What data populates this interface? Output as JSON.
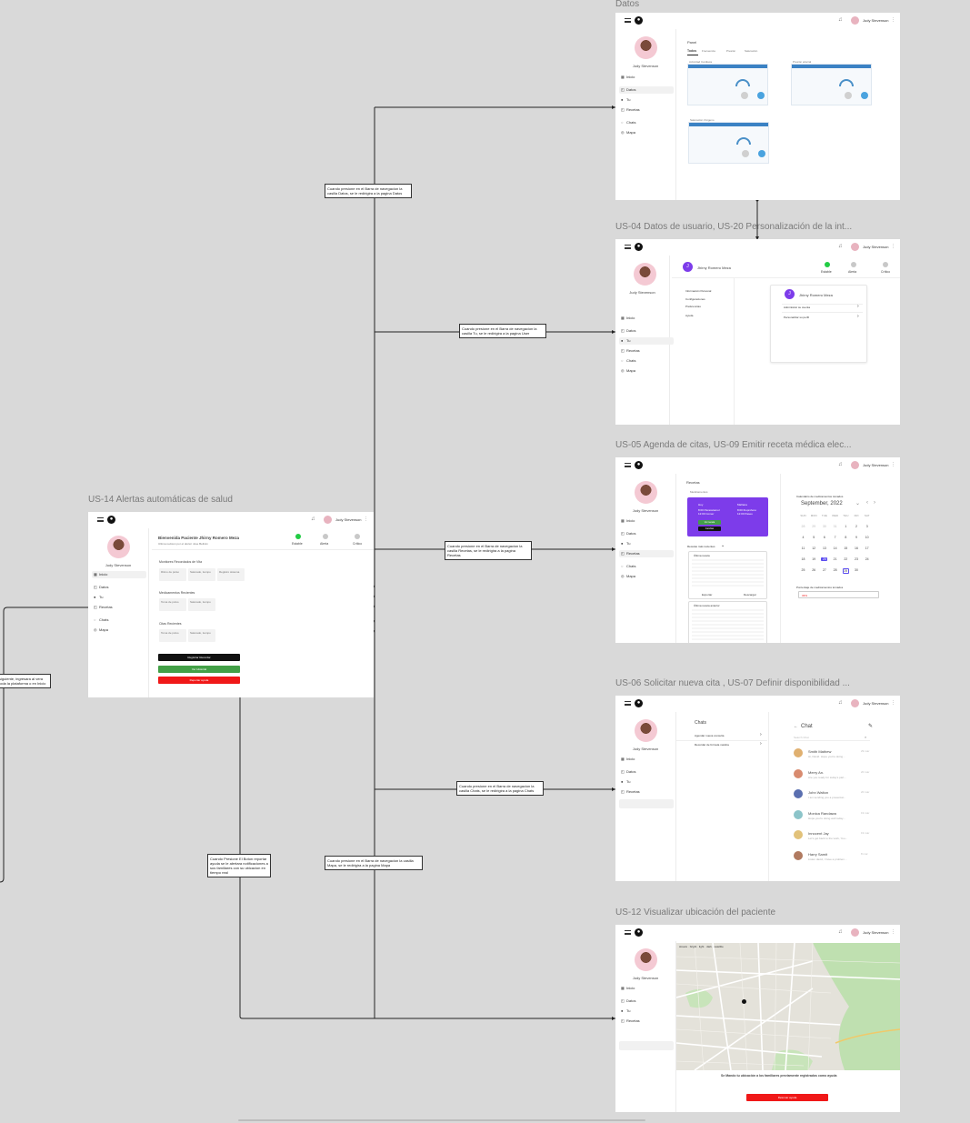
{
  "frames": {
    "datos": {
      "title": "Datos"
    },
    "us04": {
      "title": "US-04 Datos de usuario, US-20 Personalización de la int..."
    },
    "us05": {
      "title": "US-05 Agenda de citas,  US-09 Emitir receta médica elec..."
    },
    "us06": {
      "title": "US-06 Solicitar nueva cita ,  US-07 Definir disponibilidad ..."
    },
    "us12": {
      "title": "US-12 Visualizar ubicación del paciente"
    },
    "us14": {
      "title": "US-14 Alertas automáticas de salud"
    }
  },
  "user": {
    "name": "Judy Stevenson"
  },
  "nav": {
    "inicio": "Inicio",
    "datos": "Datos",
    "tu": "Tu",
    "recetas": "Recetas",
    "chats": "Chats",
    "mapa": "Mapa"
  },
  "us14": {
    "welcome": "Bienvenida Paciente Jhirny Romero Meza",
    "status": {
      "estable": "Estable",
      "alerta": "Alerta",
      "critico": "Crítico"
    },
    "monitores": "Monitores Recordados de Vita",
    "cards1": [
      "Ritmo de pulso",
      "Saturado, tiempo",
      "Registro sistema"
    ],
    "medicamentos": "Medicamentos Recientes",
    "cards2": [
      "Toma de pulso",
      "Saturado, tiempo"
    ],
    "citas": "Citas Recientes",
    "cards3": [
      "Toma de pulso",
      "Saturado, tiempo"
    ],
    "btn_black": "Registrar Recordar",
    "btn_green": "Ver Historial",
    "btn_red": "Reportar ayuda"
  },
  "datos": {
    "heading": "Panel",
    "tabs": [
      "Todos",
      "Frecuencia",
      "Presión",
      "Saturación"
    ],
    "card1": "Actividad Cardiaca",
    "card2": "Presión arterial",
    "card3": "Saturación Oxígeno"
  },
  "us04": {
    "patient": "Jhirny Romero Meza",
    "status": {
      "estable": "Estable",
      "alerta": "Alerta",
      "critico": "Crítico"
    },
    "menu": [
      "Información Personal",
      "Configuraciones",
      "Preferencias",
      "Ayuda"
    ],
    "card_name": "Jhirny Romero Meza",
    "card_rows": [
      "Administrar su cuenta",
      "Personalizar su perfil"
    ]
  },
  "us05": {
    "heading": "Recetas",
    "sub": "Medicamentos",
    "card_labels": [
      "Hoy",
      "Mañana"
    ],
    "card_lines1": [
      "8:00 Paracetamol",
      "12:00 Comer"
    ],
    "card_lines2": [
      "8:00 Ibuprofeno",
      "12:00 Paseo"
    ],
    "card_btn1": "Ver receta",
    "card_btn2": "Cambiar",
    "recetas_label": "Recetas más recientes",
    "receta1_title": "Última receta",
    "export": "Exportar",
    "download": "Descargar",
    "receta2_title": "Última receta anterior",
    "cal_label": "Calendario de medicamentos tomados",
    "month": "September, 2022",
    "weekdays": [
      "SUN",
      "MON",
      "TUE",
      "WED",
      "THU",
      "FRI",
      "SAT"
    ],
    "progress_label": "Porcentaje de medicamentos tomados",
    "progress_value": "33%"
  },
  "us06": {
    "heading": "Chats",
    "items": [
      "Agendar nueva consulta",
      "Recordar de fórmula médica"
    ],
    "chat_title": "Chat",
    "search": "Search Chat",
    "contacts": [
      {
        "name": "Smith Mathew",
        "msg": "Hi, David. Hope you're doing...",
        "time": "29 mar"
      },
      {
        "name": "Merry An.",
        "msg": "Are you ready for today's part...",
        "time": "20 mar"
      },
      {
        "name": "John Walton",
        "msg": "I am sending you a presentat...",
        "time": "20 mar"
      },
      {
        "name": "Monica Randawa",
        "msg": "Hope you're doing well today...",
        "time": "19 mar"
      },
      {
        "name": "Innocent Jay",
        "msg": "Let's get back to the work, You...",
        "time": "19 mar"
      },
      {
        "name": "Harry Samit",
        "msg": "Listen david, I have a problem...",
        "time": "8 mar"
      }
    ]
  },
  "us12": {
    "layers": [
      "streets",
      "bright",
      "light",
      "dark",
      "satellite"
    ],
    "message": "Se Mando tu ubicación a los familiares previamente registrados como ayuda",
    "btn": "Retomar ayuda"
  },
  "notes": {
    "n1": "Cuando presione en el Barra de navegacion la casilla Datos, se le redirigira a la pagina Datos",
    "n2": "Cuando presione en el Barra de navegacion la casilla Tu, se le redirigira a la pagina User",
    "n3": "Cuando presione en el Barra de navegacion la casilla Recetas, se le redirigira a la pagina Recetas",
    "n4": "Cuando presione en el Barra de navegacion la casilla Chats, se le redirigira a la pagina Chats",
    "n5": "Cuando Presione El Boton reportar ayuda se le alertara notificaciones a sus familiares con su ubicacion en tiempo real",
    "n6": "Cuando presione en el Barra de navegacion la casilla Mapa, se le redirigira a la pagina Mapa",
    "n7": "siguiente, ingresara al vera toda la plataforma o en Inicio"
  },
  "colors": {
    "green": "#43a047",
    "red": "#f01818",
    "purple": "#7d3cea",
    "blue": "#3b82c4",
    "line": "#222222"
  }
}
